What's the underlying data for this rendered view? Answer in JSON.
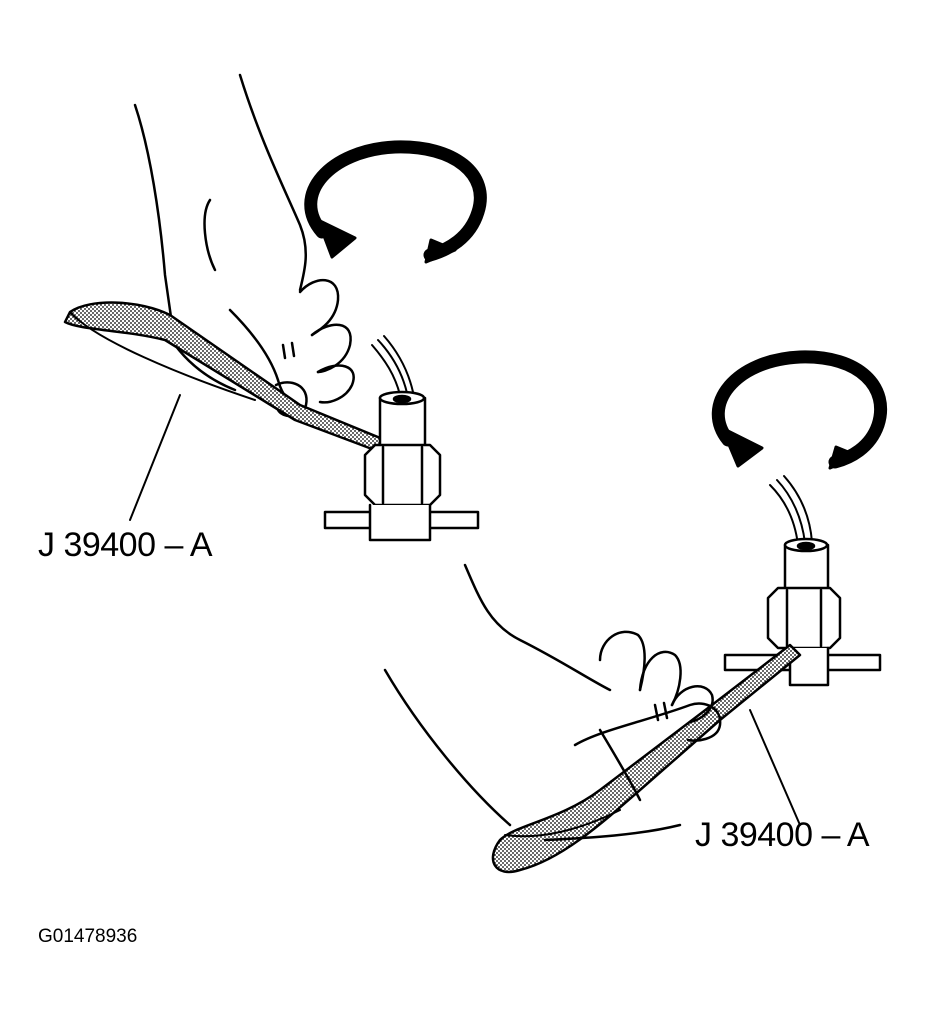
{
  "labels": {
    "tool_left": "J 39400 – A",
    "tool_right": "J 39400 – A",
    "figure_id": "G01478936"
  },
  "colors": {
    "ink": "#000000",
    "paper": "#ffffff",
    "strap_fill": "#8a8a8a"
  },
  "icons": {
    "rotation_left": "clockwise-arrow-icon",
    "rotation_right": "clockwise-arrow-icon"
  }
}
